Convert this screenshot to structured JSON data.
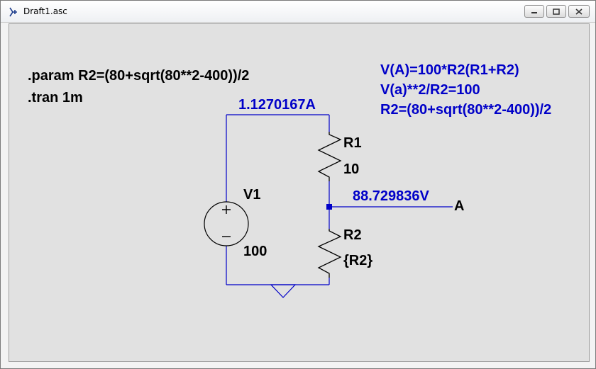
{
  "window": {
    "title": "Draft1.asc",
    "controls": {
      "minimize": "minimize-icon",
      "maximize": "maximize-icon",
      "close": "close-icon"
    }
  },
  "directives": [
    ".param R2=(80+sqrt(80**2-400))/2",
    ".tran 1m"
  ],
  "comments": [
    "V(A)=100*R2(R1+R2)",
    "V(a)**2/R2=100",
    "R2=(80+sqrt(80**2-400))/2"
  ],
  "components": {
    "v1": {
      "name": "V1",
      "value": "100"
    },
    "r1": {
      "name": "R1",
      "value": "10"
    },
    "r2": {
      "name": "R2",
      "value": "{R2}"
    }
  },
  "annotations": {
    "current": "1.1270167A",
    "voltage": "88.729836V",
    "net_label": "A"
  },
  "colors": {
    "wire": "#0000c8",
    "label_text": "#000000",
    "annotation_text": "#0000c8",
    "canvas": "#e1e1e1"
  }
}
